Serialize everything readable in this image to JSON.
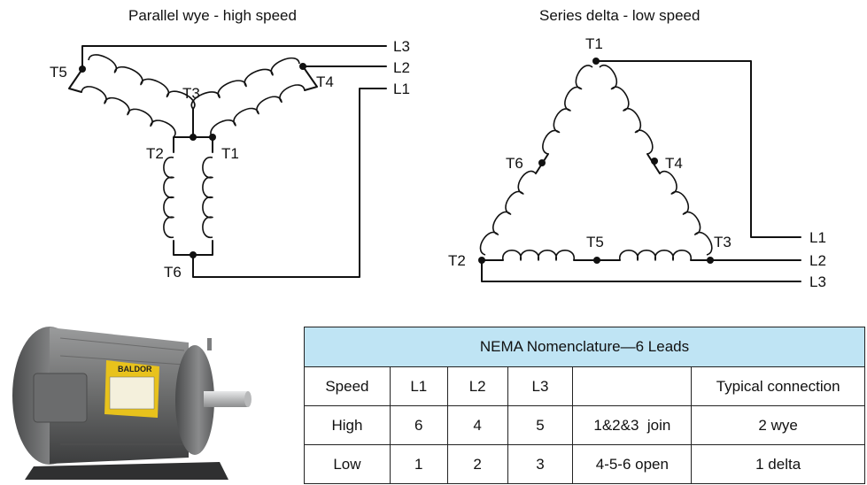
{
  "diagram_left": {
    "title": "Parallel wye - high speed",
    "terminals": [
      "T1",
      "T2",
      "T3",
      "T4",
      "T5",
      "T6"
    ],
    "lines": [
      "L1",
      "L2",
      "L3"
    ]
  },
  "diagram_right": {
    "title": "Series delta - low speed",
    "terminals": [
      "T1",
      "T2",
      "T3",
      "T4",
      "T5",
      "T6"
    ],
    "lines": [
      "L1",
      "L2",
      "L3"
    ]
  },
  "motor_photo": {
    "nameplate": "BALDOR"
  },
  "table": {
    "title": "NEMA Nomenclature—6 Leads",
    "headers": [
      "Speed",
      "L1",
      "L2",
      "L3",
      "",
      "Typical connection"
    ],
    "rows": [
      [
        "High",
        "6",
        "4",
        "5",
        "1&2&3  join",
        "2 wye"
      ],
      [
        "Low",
        "1",
        "2",
        "3",
        "4-5-6 open",
        "1 delta"
      ]
    ]
  },
  "colors": {
    "table_header": "#bfe4f4",
    "motor_body": "#6f7070",
    "nameplate": "#e8c21c"
  }
}
